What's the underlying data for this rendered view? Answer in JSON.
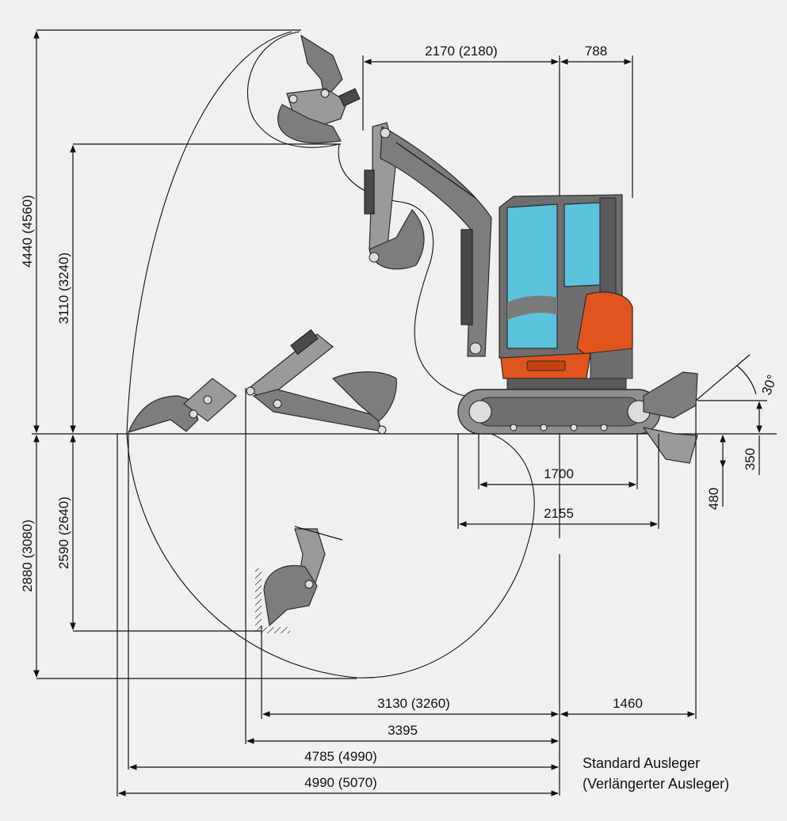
{
  "colors": {
    "background": "#f0f0f0",
    "cab_glass": "#5cc3dc",
    "body_orange": "#e2541e",
    "machine_grey": "#7d7d7d",
    "track_grey": "#8f8f8f"
  },
  "dimensions": {
    "reach_top": "2170 (2180)",
    "cab_offset": "788",
    "max_height": "4440 (4560)",
    "dump_height": "3110 (3240)",
    "dig_depth": "2880 (3080)",
    "vertical_wall_depth": "2590 (2640)",
    "track_tumbler": "1700",
    "track_length": "2155",
    "blade_lift": "350",
    "blade_depth": "480",
    "blade_angle": "30°",
    "reach_3130": "3130 (3260)",
    "tail_1460": "1460",
    "reach_3395": "3395",
    "reach_4785": "4785 (4990)",
    "reach_4990": "4990 (5070)"
  },
  "legend": {
    "line1": "Standard Ausleger",
    "line2": "(Verlängerter Ausleger)"
  }
}
